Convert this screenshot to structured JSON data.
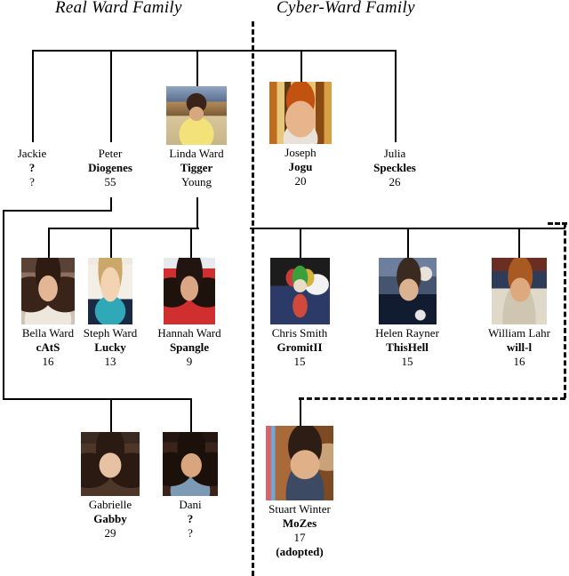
{
  "titles": {
    "left": "Real Ward Family",
    "right": "Cyber-Ward Family"
  },
  "people": {
    "jackie": {
      "name": "Jackie",
      "nick": "?",
      "age": "?",
      "note": ""
    },
    "peter": {
      "name": "Peter",
      "nick": "Diogenes",
      "age": "55",
      "note": ""
    },
    "linda": {
      "name": "Linda Ward",
      "nick": "Tigger",
      "age": "Young",
      "note": ""
    },
    "joseph": {
      "name": "Joseph",
      "nick": "Jogu",
      "age": "20",
      "note": ""
    },
    "julia": {
      "name": "Julia",
      "nick": "Speckles",
      "age": "26",
      "note": ""
    },
    "bella": {
      "name": "Bella Ward",
      "nick": "cAtS",
      "age": "16",
      "note": ""
    },
    "steph": {
      "name": "Steph Ward",
      "nick": "Lucky",
      "age": "13",
      "note": ""
    },
    "hannah": {
      "name": "Hannah Ward",
      "nick": "Spangle",
      "age": "9",
      "note": ""
    },
    "chris": {
      "name": "Chris Smith",
      "nick": "GromitII",
      "age": "15",
      "note": ""
    },
    "helen": {
      "name": "Helen Rayner",
      "nick": "ThisHell",
      "age": "15",
      "note": ""
    },
    "william": {
      "name": "William Lahr",
      "nick": "will-l",
      "age": "16",
      "note": ""
    },
    "gabrielle": {
      "name": "Gabrielle",
      "nick": "Gabby",
      "age": "29",
      "note": ""
    },
    "dani": {
      "name": "Dani",
      "nick": "?",
      "age": "?",
      "note": ""
    },
    "stuart": {
      "name": "Stuart Winter",
      "nick": "MoZes",
      "age": "17",
      "note": "(adopted)"
    }
  },
  "colors": {
    "line": "#000000",
    "divider": "#111111",
    "background": "#ffffff",
    "text": "#000000"
  }
}
